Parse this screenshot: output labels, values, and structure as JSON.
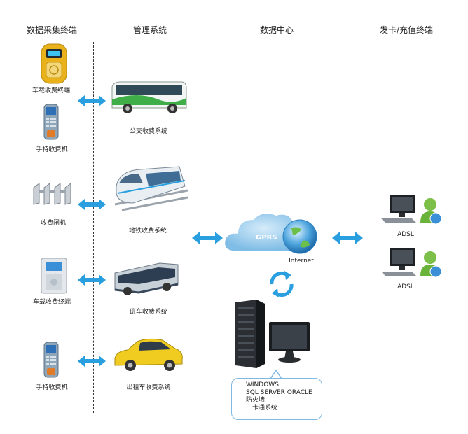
{
  "columns": {
    "col1": "数据采集终端",
    "col2": "管理系统",
    "col3": "数据中心",
    "col4": "发卡/充值终端"
  },
  "terminals": {
    "t1": "车载收费终端",
    "t2": "手持收费机",
    "t3": "收费闸机",
    "t4": "车载收费终端",
    "t5": "手持收费机"
  },
  "systems": {
    "s1": "公交收费系统",
    "s2": "地铁收费系统",
    "s3": "班车收费系统",
    "s4": "出租车收费系统"
  },
  "datacenter": {
    "cloud": "GPRS",
    "globe": "Internet",
    "server_lines": [
      "WINDOWS",
      "SQL SERVER ORACLE",
      "防火墙",
      "一卡通系统"
    ]
  },
  "clients": {
    "c1": "ADSL",
    "c2": "ADSL"
  },
  "colors": {
    "arrow": "#2a9fe0",
    "separator": "#333333",
    "callout_border": "#7fb8e0"
  }
}
